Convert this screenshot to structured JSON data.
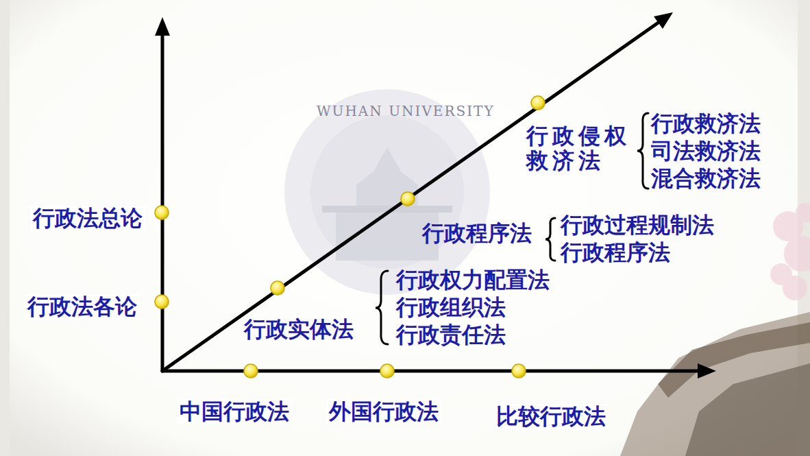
{
  "diagram": {
    "labels": [
      "行政法总论",
      "行政法各论",
      "行政实体法",
      "行政权力配置法",
      "行政组织法",
      "行政责任法",
      "行政程序法",
      "行政过程规制法",
      "行政程序法",
      "行政侵权救济法",
      "行政救济法",
      "司法救济法",
      "混合救济法",
      "中国行政法",
      "外国行政法",
      "比较行政法",
      "WUHAN UNIVERSITY"
    ]
  }
}
